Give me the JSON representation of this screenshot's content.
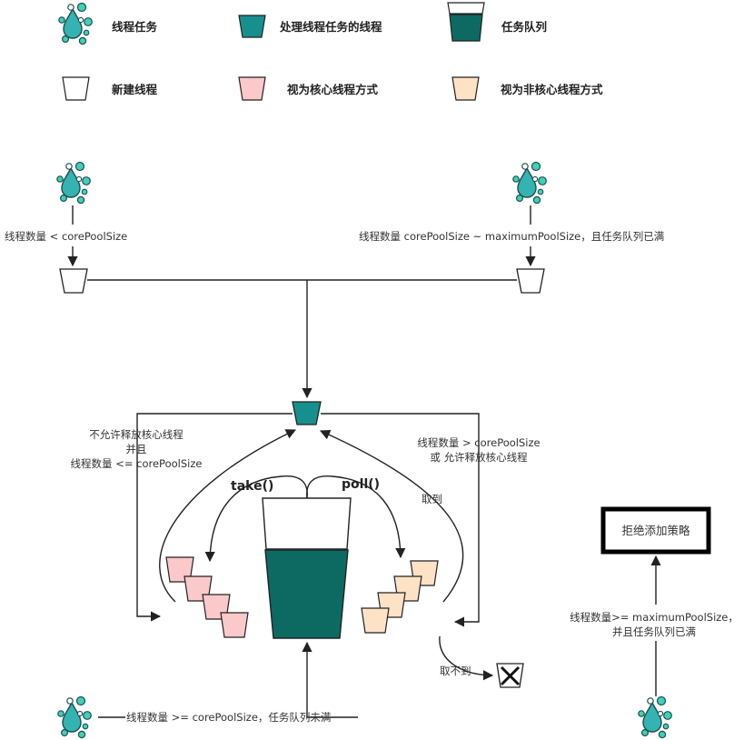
{
  "colors": {
    "teal": "#35b2b2",
    "dark_teal": "#0d6a62",
    "pink": "#fbc9c9",
    "peach": "#fde2c6",
    "line": "#222222"
  },
  "legend": {
    "task": "线程任务",
    "processing_thread": "处理线程任务的线程",
    "task_queue": "任务队列",
    "new_thread": "新建线程",
    "core_thread": "视为核心线程方式",
    "non_core_thread": "视为非核心线程方式"
  },
  "flow": {
    "left_condition": "线程数量 < corePoolSize",
    "right_condition": "线程数量 corePoolSize ~ maximumPoolSize，且任务队列已满",
    "left_return_line1": "不允许释放核心线程",
    "left_return_line2": "并且",
    "left_return_line3": "线程数量 <= corePoolSize",
    "right_return_line1": "线程数量 > corePoolSize",
    "right_return_line2": "或 允许释放核心线程",
    "take": "take()",
    "poll": "poll()",
    "got": "取到",
    "not_got": "取不到",
    "bottom_condition": "线程数量 >= corePoolSize，任务队列未满",
    "reject": "拒绝添加策略",
    "reject_cond_line1": "线程数量>= maximumPoolSize，",
    "reject_cond_line2": "并且任务队列已满"
  }
}
